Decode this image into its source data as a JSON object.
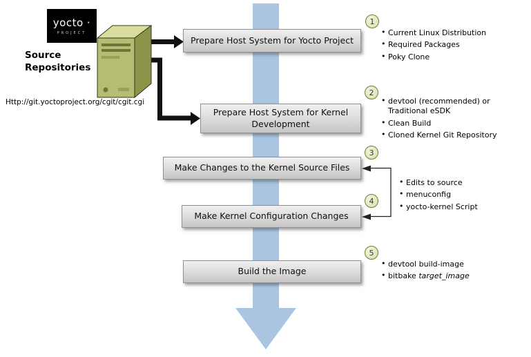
{
  "logo": {
    "brand": "yocto ·",
    "brand_sub": "PROJECT"
  },
  "source": {
    "label": "Source Repositories",
    "url": "Http://git.yoctoproject.org/cgit/cgit.cgi"
  },
  "steps": [
    {
      "num": "1",
      "label": "Prepare Host System for Yocto Project",
      "bullets": [
        "Current Linux Distribution",
        "Required Packages",
        "Poky Clone"
      ]
    },
    {
      "num": "2",
      "label": "Prepare Host System for Kernel Development",
      "bullets": [
        "devtool (recommended) or Traditional eSDK",
        "Clean Build",
        "Cloned Kernel Git Repository"
      ]
    },
    {
      "num": "3",
      "label": "Make Changes to the Kernel Source Files",
      "bullets": []
    },
    {
      "num": "4",
      "label": "Make Kernel Configuration Changes",
      "bullets": []
    },
    {
      "num": "5",
      "label": "Build the Image",
      "bullets": [
        "devtool build-image"
      ],
      "bullet2_prefix": "bitbake ",
      "bullet2_italic": "target_image"
    }
  ],
  "shared_bullets": [
    "Edits to source",
    "menuconfig",
    "yocto-kernel Script"
  ],
  "icons": {
    "server": "server-tower-icon",
    "main_arrow": "downward-flow-arrow"
  },
  "colors": {
    "flow_arrow_blue": "#a9c5e1",
    "box_fill_top": "#f0f0f0",
    "box_fill_bottom": "#c5c5c5",
    "circle_fill": "#dce4ac",
    "circle_border": "#6f7c3c",
    "server_green": "#b6bd72",
    "logo_bg": "#000000",
    "connector_black": "#111111"
  }
}
